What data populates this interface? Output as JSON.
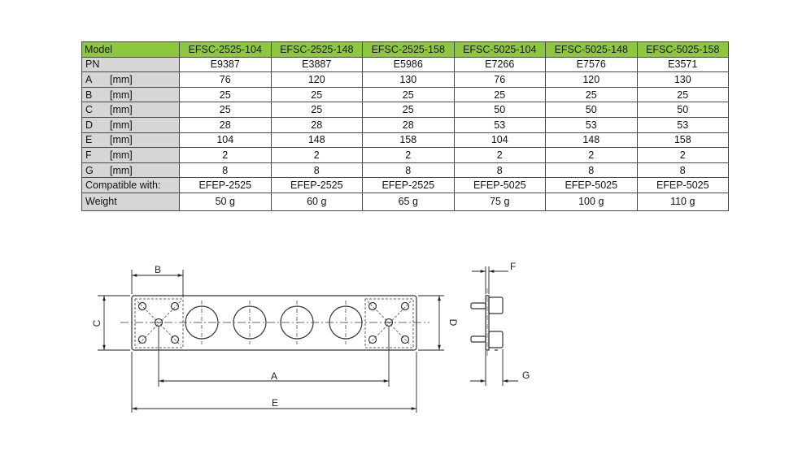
{
  "table": {
    "header_label": "Model",
    "models": [
      "EFSC-2525-104",
      "EFSC-2525-148",
      "EFSC-2525-158",
      "EFSC-5025-104",
      "EFSC-5025-148",
      "EFSC-5025-158"
    ],
    "rows": [
      {
        "label": "PN",
        "unit": "",
        "values": [
          "E9387",
          "E3887",
          "E5986",
          "E7266",
          "E7576",
          "E3571"
        ]
      },
      {
        "label": "A",
        "unit": "[mm]",
        "values": [
          "76",
          "120",
          "130",
          "76",
          "120",
          "130"
        ]
      },
      {
        "label": "B",
        "unit": "[mm]",
        "values": [
          "25",
          "25",
          "25",
          "25",
          "25",
          "25"
        ]
      },
      {
        "label": "C",
        "unit": "[mm]",
        "values": [
          "25",
          "25",
          "25",
          "50",
          "50",
          "50"
        ]
      },
      {
        "label": "D",
        "unit": "[mm]",
        "values": [
          "28",
          "28",
          "28",
          "53",
          "53",
          "53"
        ]
      },
      {
        "label": "E",
        "unit": "[mm]",
        "values": [
          "104",
          "148",
          "158",
          "104",
          "148",
          "158"
        ]
      },
      {
        "label": "F",
        "unit": "[mm]",
        "values": [
          "2",
          "2",
          "2",
          "2",
          "2",
          "2"
        ]
      },
      {
        "label": "G",
        "unit": "[mm]",
        "values": [
          "8",
          "8",
          "8",
          "8",
          "8",
          "8"
        ]
      },
      {
        "label": "Compatible with:",
        "unit": "",
        "values": [
          "EFEP-2525",
          "EFEP-2525",
          "EFEP-2525",
          "EFEP-5025",
          "EFEP-5025",
          "EFEP-5025"
        ]
      },
      {
        "label": "Weight",
        "unit": "",
        "values": [
          "50 g",
          "60 g",
          "65 g",
          "75 g",
          "100 g",
          "110 g"
        ]
      }
    ]
  },
  "drawing": {
    "labels": {
      "A": "A",
      "B": "B",
      "C": "C",
      "D": "D",
      "E": "E",
      "F": "F",
      "G": "G"
    }
  },
  "colors": {
    "header_green": "#8dc63f",
    "label_gray": "#d6d6d6"
  }
}
